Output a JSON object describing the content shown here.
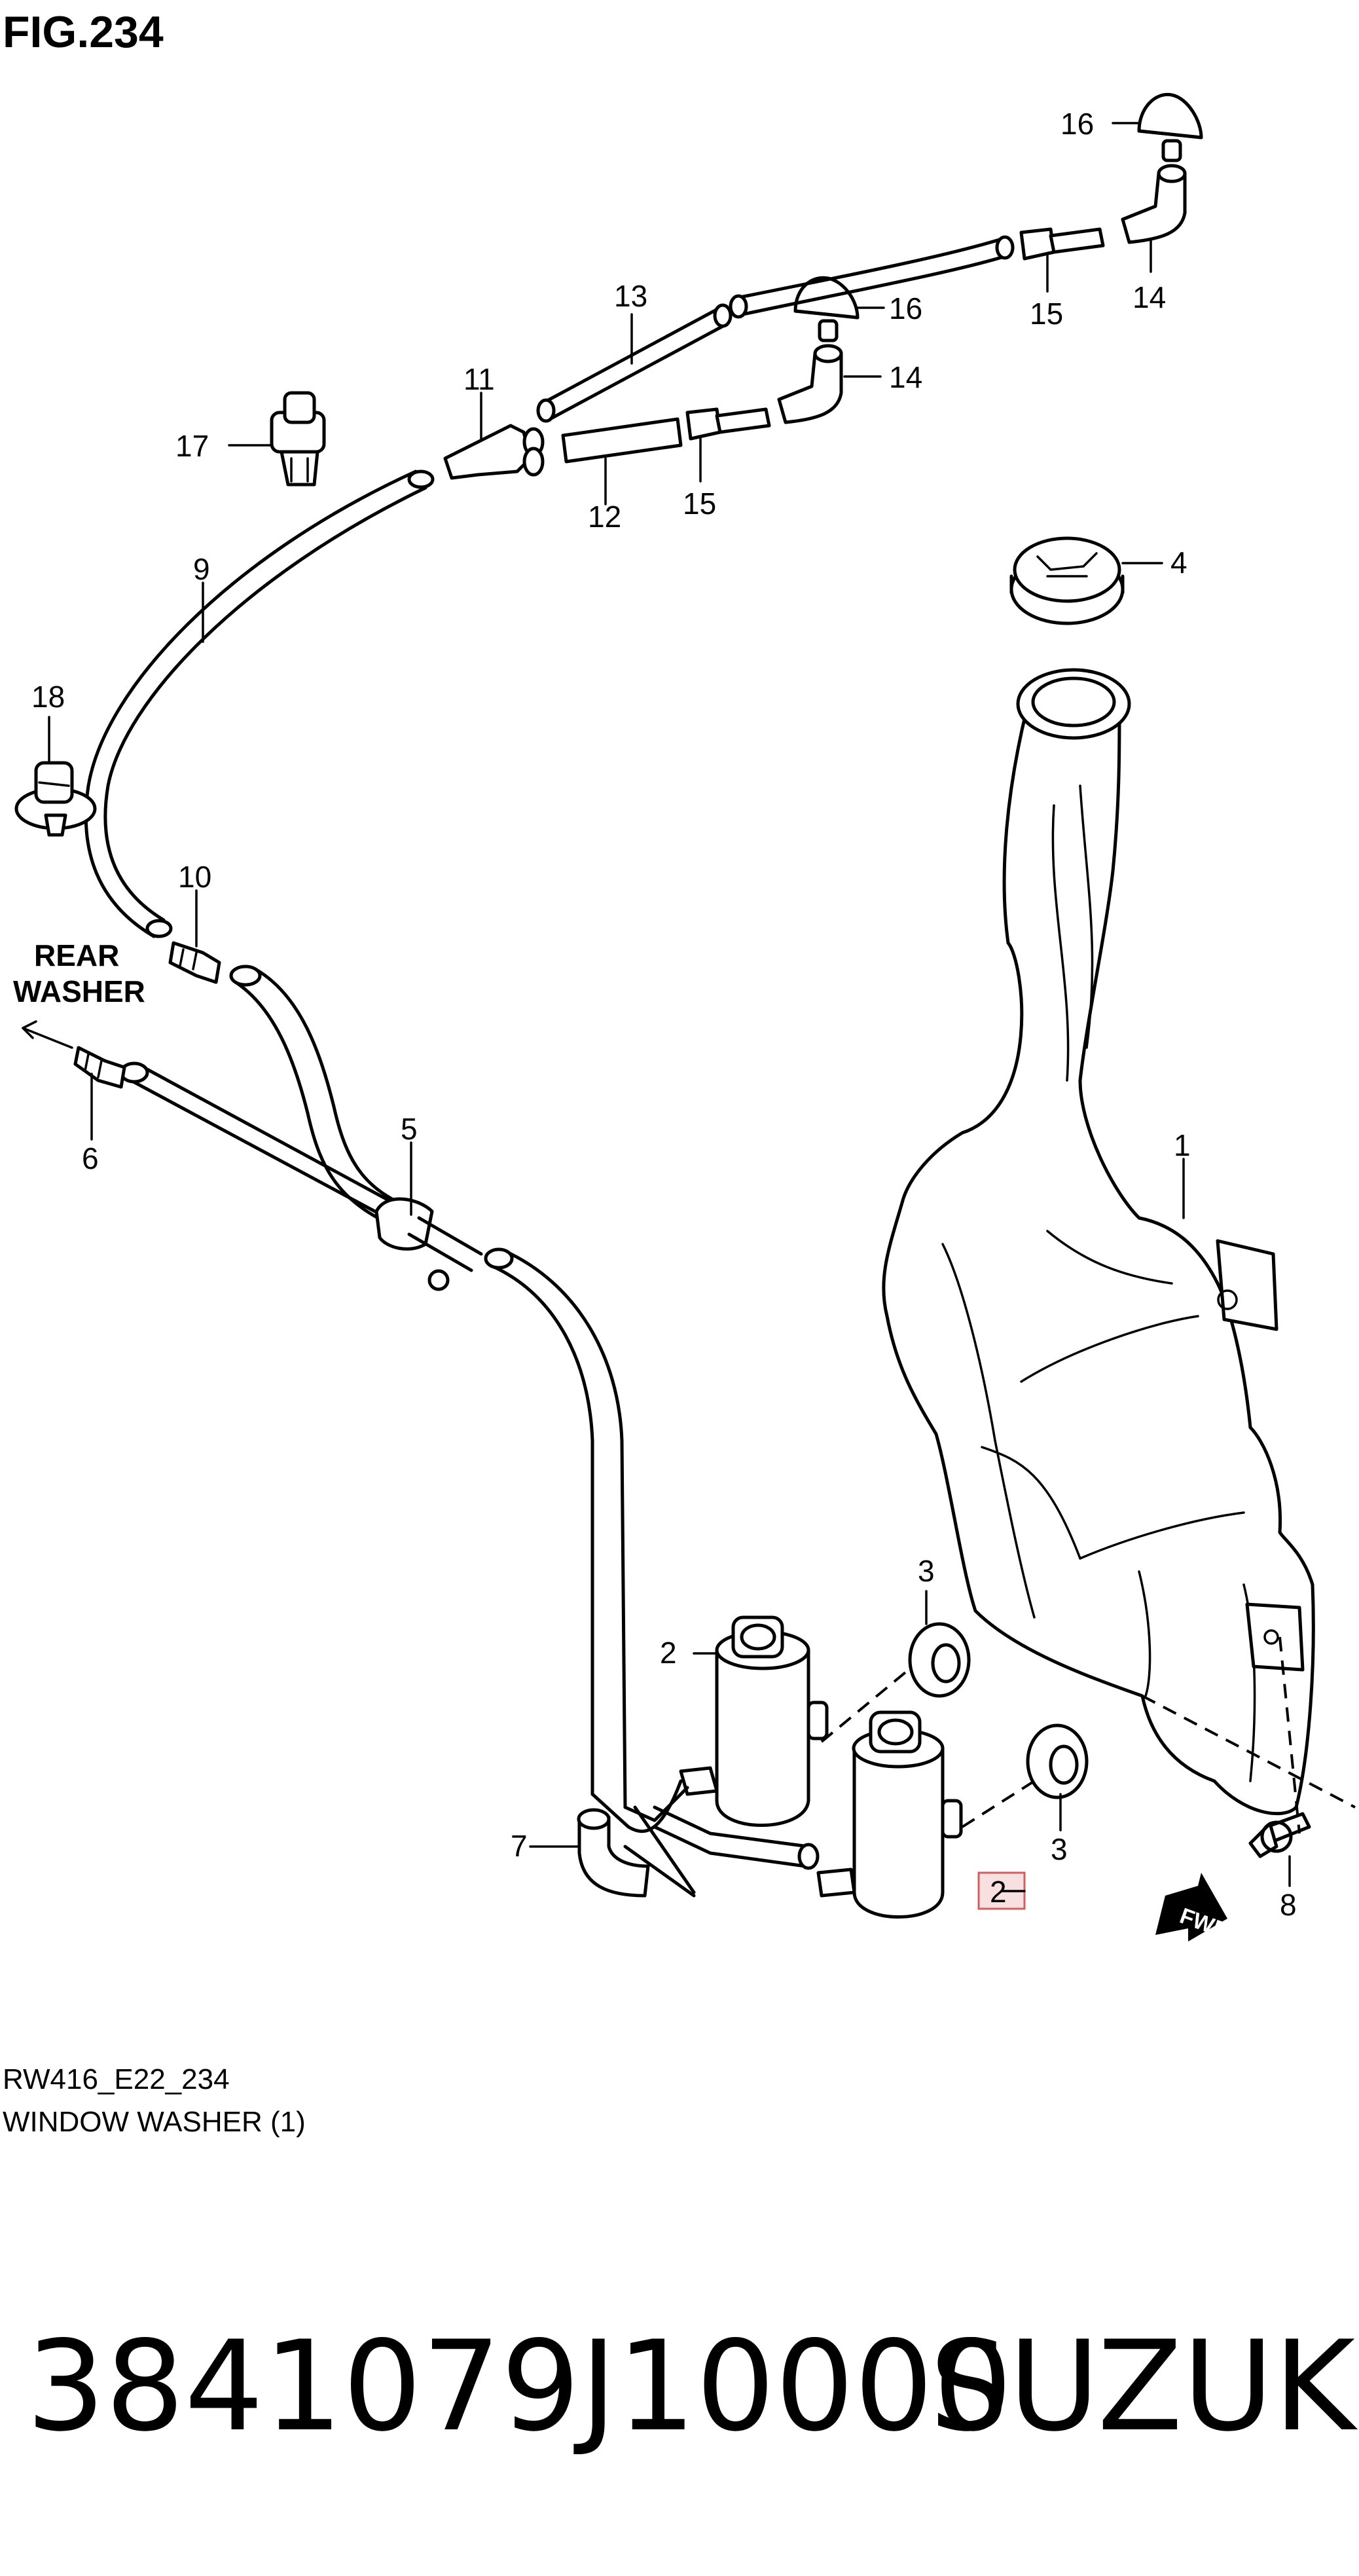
{
  "figure": {
    "number": "FIG.234",
    "code": "RW416_E22_234",
    "title": "WINDOW WASHER (1)"
  },
  "annotations": {
    "rear_washer_line1": "REAR",
    "rear_washer_line2": "WASHER",
    "fwd": "FWD"
  },
  "callouts": [
    "1",
    "2",
    "2",
    "3",
    "3",
    "4",
    "5",
    "6",
    "7",
    "8",
    "9",
    "10",
    "11",
    "12",
    "13",
    "14",
    "14",
    "15",
    "15",
    "16",
    "16",
    "17",
    "18"
  ],
  "footer": {
    "part_number": "3841079J10000",
    "brand": "SUZUKI"
  },
  "colors": {
    "line": "#000000",
    "highlight_fill": "#f8e0e0",
    "highlight_stroke": "#d06060"
  }
}
